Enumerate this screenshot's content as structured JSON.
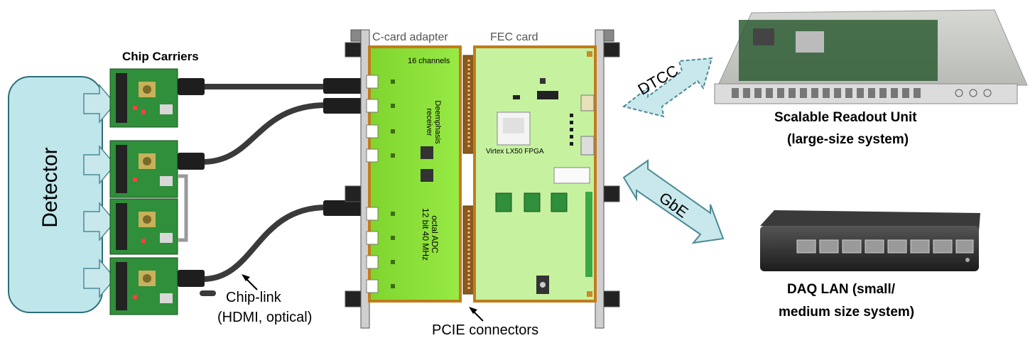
{
  "detector": {
    "label": "Detector"
  },
  "chip_carriers": {
    "label": "Chip Carriers",
    "count": 4
  },
  "chip_link": {
    "line1": "Chip-link",
    "line2": "(HDMI, optical)"
  },
  "c_card": {
    "title": "C-card adapter",
    "channels": "16 channels",
    "deemphasis_line1": "Deemphasis",
    "deemphasis_line2": "receiver",
    "adc_line1": "octal ADC",
    "adc_line2": "12 bit 40 MHz"
  },
  "fec_card": {
    "title": "FEC card",
    "fpga": "Virtex LX50 FPGA"
  },
  "pcie": {
    "label": "PCIE connectors"
  },
  "dtcc": {
    "label": "DTCC"
  },
  "gbe": {
    "label": "GbE"
  },
  "sru": {
    "line1": "Scalable Readout Unit",
    "line2": "(large-size system)"
  },
  "daq": {
    "line1": "DAQ LAN (small/",
    "line2": "medium size system)"
  },
  "colors": {
    "detector_fill": "#bfe6ea",
    "arrow_fill": "#c8e8ec",
    "ccard_green": "#8ee63a",
    "fec_green": "#c6f2a0",
    "pcb_green": "#2f8f3a"
  }
}
